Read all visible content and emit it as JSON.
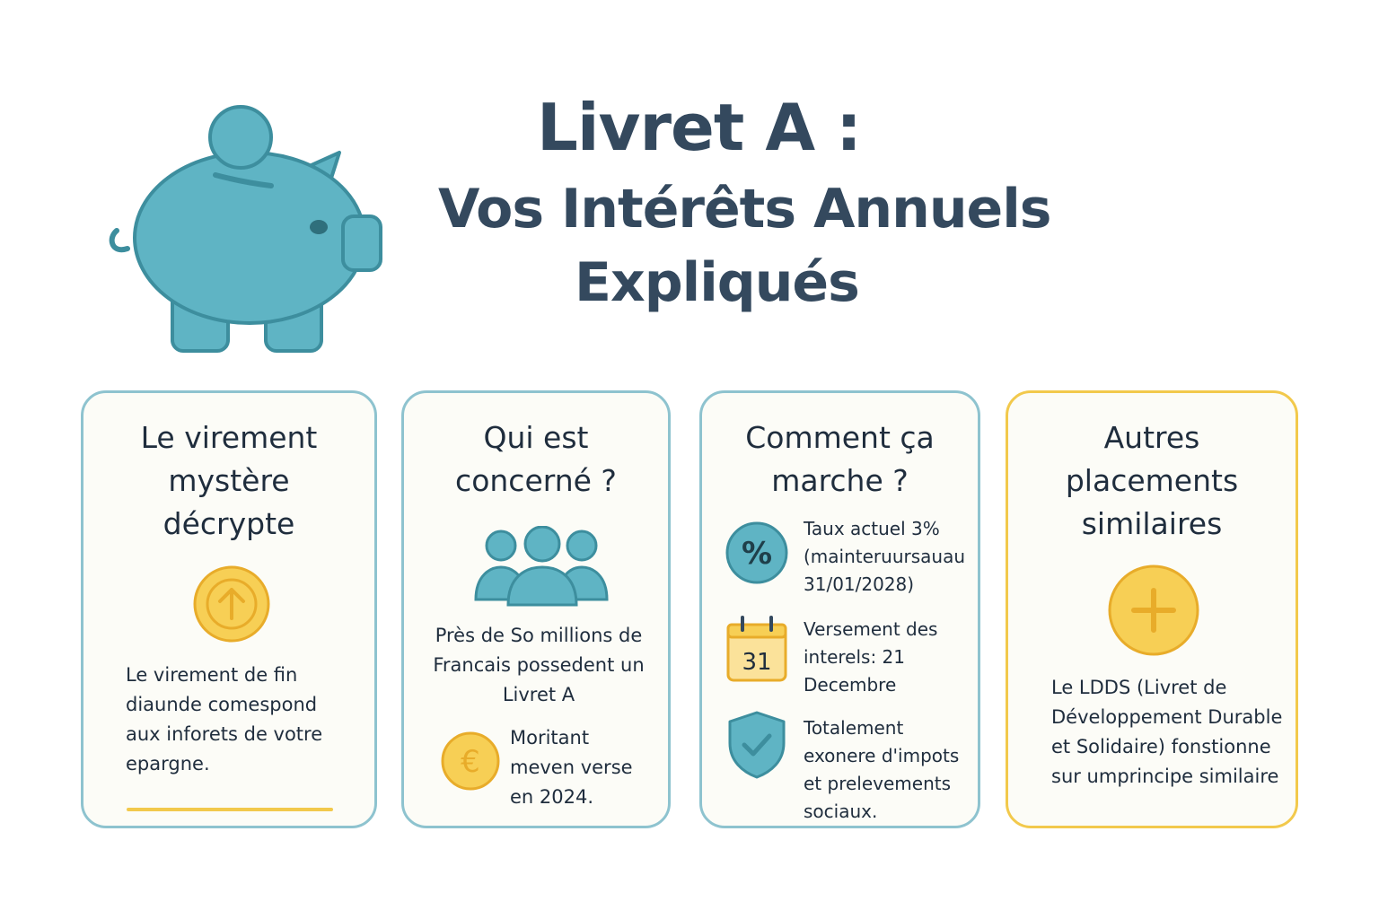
{
  "header": {
    "line1": "Livret A :",
    "line2": "Vos Intérêts Annuels",
    "line3": "Expliqués"
  },
  "cards": [
    {
      "title": "Le virement mystère décrypte",
      "icon": "arrow-up-icon",
      "text": "Le virement de fin diaunde comespond aux inforets de votre epargne."
    },
    {
      "title": "Qui est concerné ?",
      "icon": "people-icon",
      "text": "Près de So millions de Francais possedent un Livret A",
      "sub_icon": "euro-coin-icon",
      "sub_text": "Moritant meven verse en 2024."
    },
    {
      "title": "Comment ça marche ?",
      "rows": [
        {
          "icon": "percent-icon",
          "text": "Taux actuel   3% (mainteruursauau 31/01/2028)"
        },
        {
          "icon": "calendar-icon",
          "badge": "31",
          "text": "Versement des interels: 21 Decembre"
        },
        {
          "icon": "shield-check-icon",
          "text": "Totalement exonere d'impots et prelevements sociaux."
        }
      ]
    },
    {
      "title": "Autres placements similaires",
      "icon": "plus-icon",
      "text": "Le LDDS (Livret de Développement Durable et Solidaire) fonstionne sur umprincipe similaire"
    }
  ],
  "colors": {
    "teal": "#5fb4c4",
    "teal_dark": "#3d8e9e",
    "yellow": "#f7cf55",
    "yellow_dark": "#e8ac2a",
    "title": "#34495e",
    "card_border": "#8ec3cf",
    "card_border_highlight": "#f2c94c"
  }
}
